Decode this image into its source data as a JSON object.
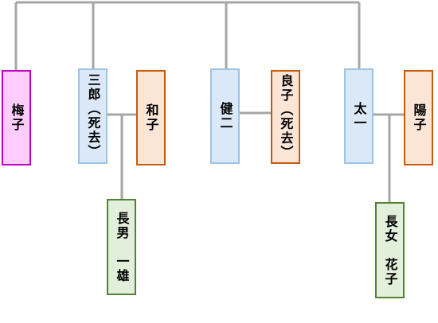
{
  "colors": {
    "line": "#a6a6a6",
    "pink": {
      "border": "#c000c0",
      "fill": "#ffccff"
    },
    "blue": {
      "border": "#9dc3e6",
      "fill": "#dae8f7"
    },
    "orange": {
      "border": "#c55a11",
      "fill": "#fbe5d6"
    },
    "green": {
      "border": "#548235",
      "fill": "#e2efda"
    }
  },
  "people": [
    {
      "id": "umeko",
      "label": "梅子",
      "color": "pink"
    },
    {
      "id": "saburo",
      "label": "三郎（死去）",
      "color": "blue"
    },
    {
      "id": "kazuko",
      "label": "和子",
      "color": "orange"
    },
    {
      "id": "kenji",
      "label": "健二",
      "color": "blue"
    },
    {
      "id": "yoshiko",
      "label": "良子（死去）",
      "color": "orange"
    },
    {
      "id": "taichi",
      "label": "太一",
      "color": "blue"
    },
    {
      "id": "yoko",
      "label": "陽子",
      "color": "orange"
    },
    {
      "id": "choudan",
      "label": "長男　一雄",
      "color": "green"
    },
    {
      "id": "choujo",
      "label": "長女　花子",
      "color": "green"
    }
  ]
}
